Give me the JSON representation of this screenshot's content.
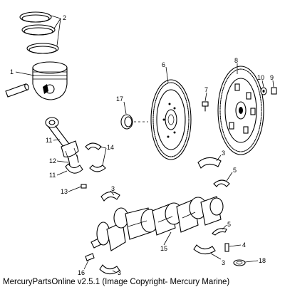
{
  "diagram": {
    "callouts": {
      "c1": "1",
      "c2": "2",
      "c3a": "3",
      "c3b": "3",
      "c3c": "3",
      "c3d": "3",
      "c4": "4",
      "c5a": "5",
      "c5b": "5",
      "c6": "6",
      "c7": "7",
      "c8": "8",
      "c9": "9",
      "c10": "10",
      "c11a": "11",
      "c11b": "11",
      "c12": "12",
      "c13": "13",
      "c14": "14",
      "c15": "15",
      "c16": "16",
      "c17": "17",
      "c18": "18"
    }
  },
  "footer": {
    "caption": "MercuryPartsOnline v2.5.1 (Image Copyright- Mercury Marine)"
  }
}
